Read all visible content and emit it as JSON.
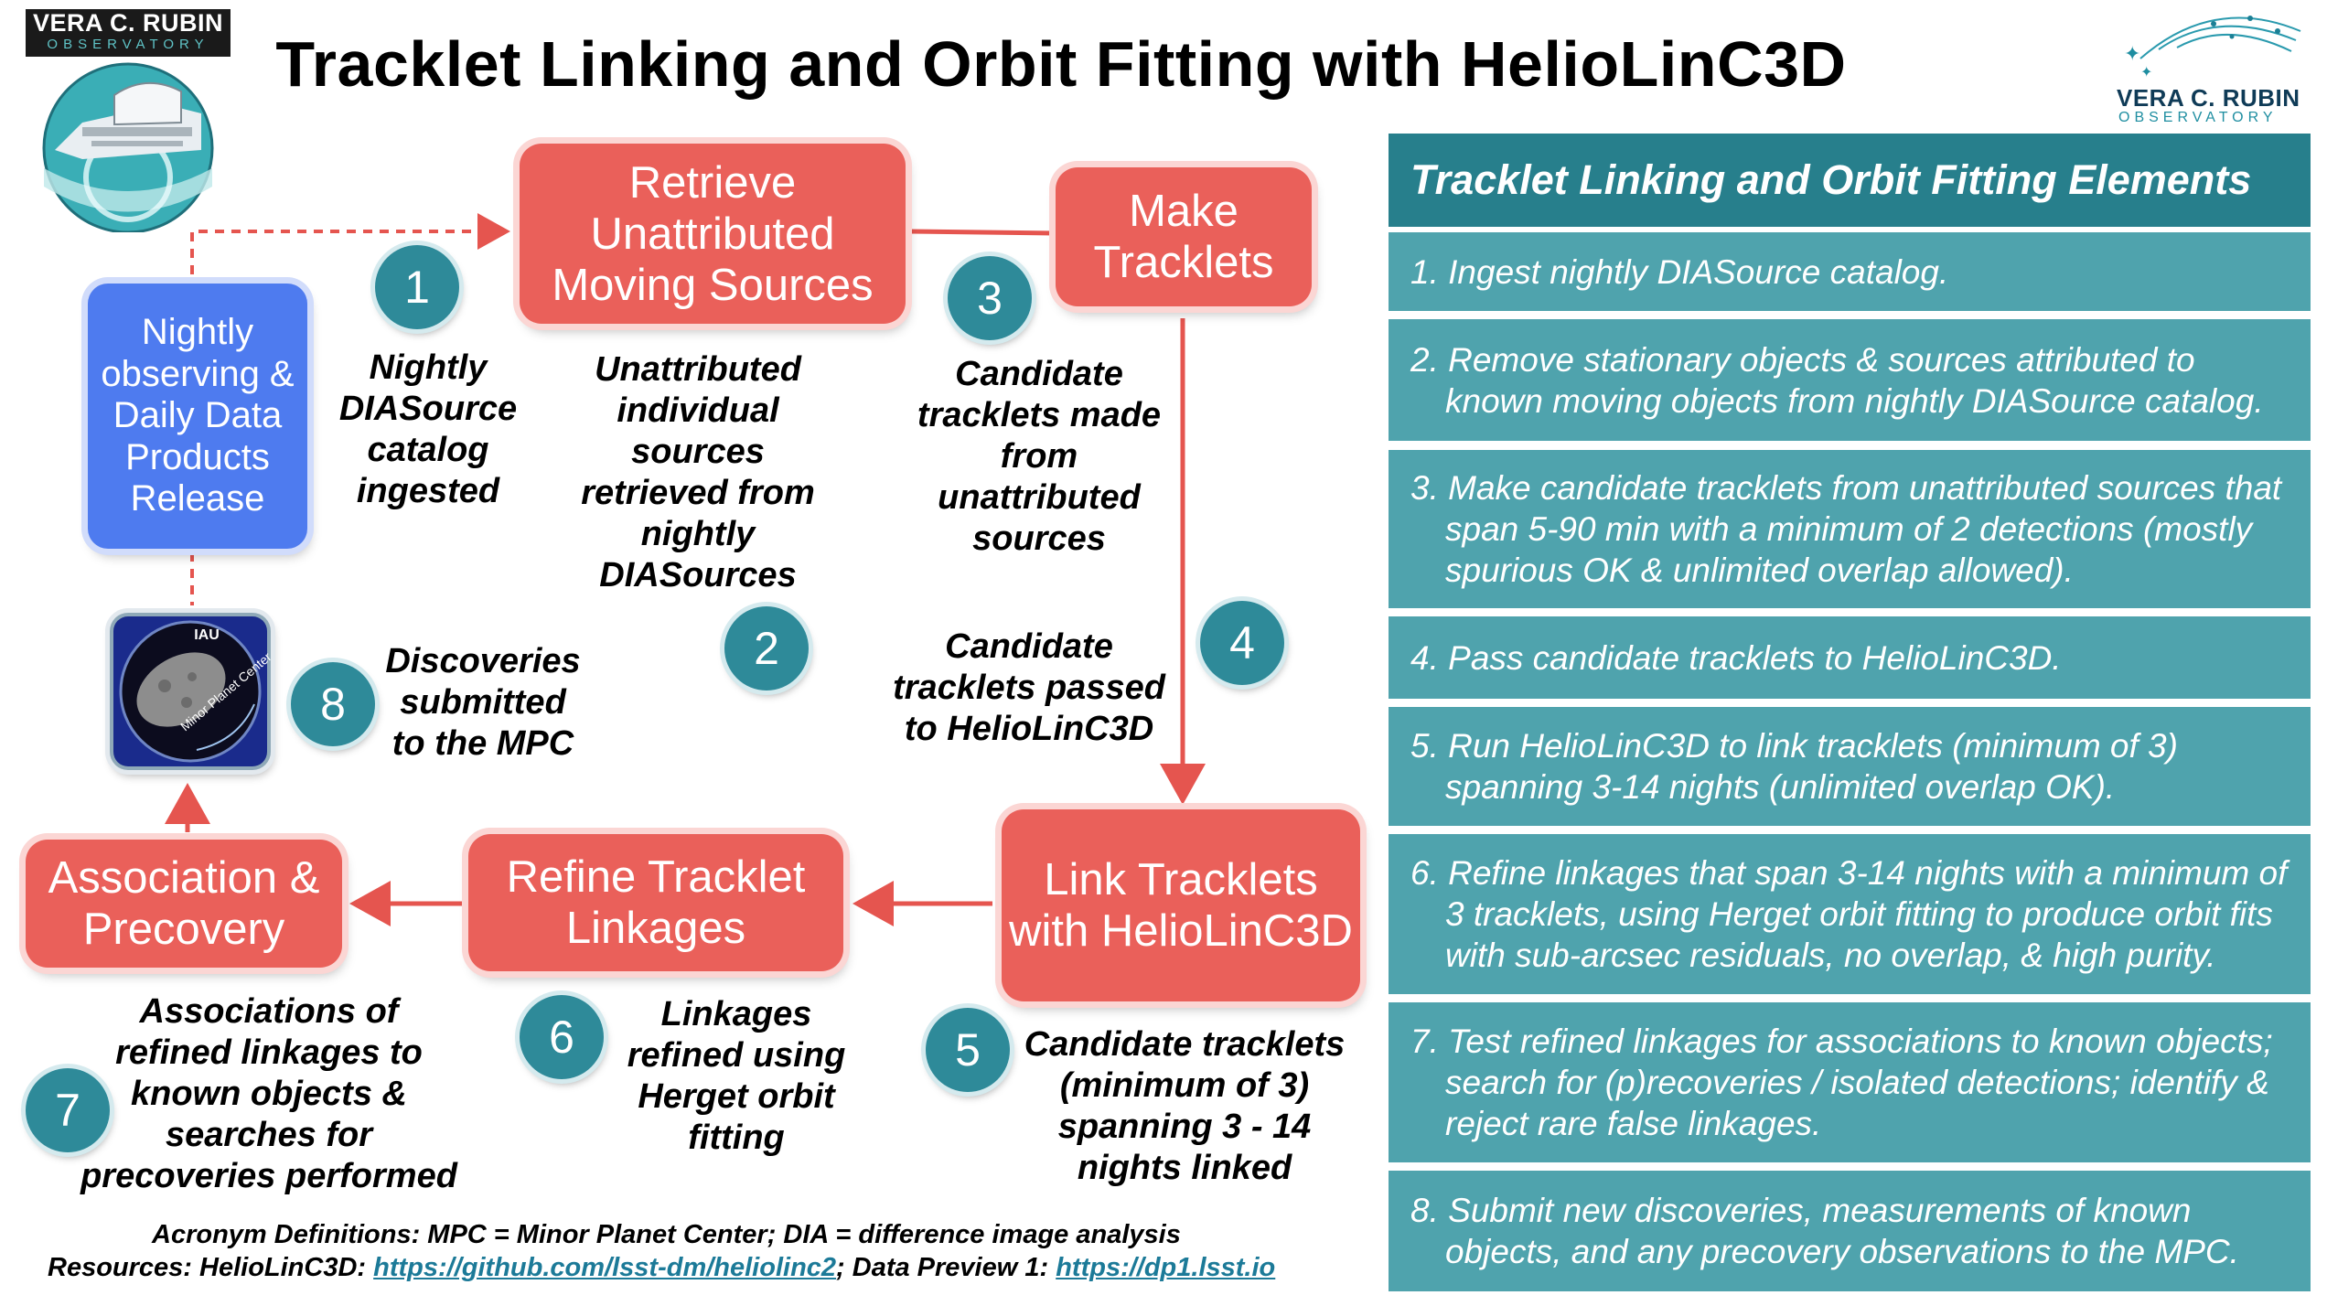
{
  "title": "Tracklet Linking and Orbit Fitting with HelioLinC3D",
  "logo_left": {
    "line1": "VERA C. RUBIN",
    "line2": "OBSERVATORY"
  },
  "logo_right": {
    "line1": "VERA C. RUBIN",
    "line2": "OBSERVATORY"
  },
  "mpc_logo": {
    "text_top": "IAU",
    "text_arc": "Minor Planet Center"
  },
  "flow": {
    "nightly": "Nightly observing & Daily Data Products Release",
    "retrieve": "Retrieve Unattributed Moving Sources",
    "make": "Make Tracklets",
    "link": "Link Tracklets with HelioLinC3D",
    "refine": "Refine Tracklet Linkages",
    "association": "Association & Precovery"
  },
  "steps": [
    {
      "num": "1",
      "desc": "Nightly DIASource catalog ingested"
    },
    {
      "num": "2",
      "desc": "Unattributed individual sources retrieved from nightly DIASources"
    },
    {
      "num": "3",
      "desc": "Candidate tracklets made from unattributed sources"
    },
    {
      "num": "4",
      "desc": "Candidate tracklets passed to HelioLinC3D"
    },
    {
      "num": "5",
      "desc": "Candidate tracklets (minimum of 3) spanning 3 - 14 nights linked"
    },
    {
      "num": "6",
      "desc": "Linkages refined using Herget orbit fitting"
    },
    {
      "num": "7",
      "desc": "Associations of refined linkages to known objects & searches for precoveries performed"
    },
    {
      "num": "8",
      "desc": "Discoveries submitted to the MPC"
    }
  ],
  "footer": {
    "acronyms": "Acronym Definitions: MPC = Minor Planet Center; DIA = difference image analysis",
    "res_prefix": "Resources: HelioLinC3D: ",
    "res_link1": "https://github.com/lsst-dm/heliolinc2",
    "res_mid": "; Data Preview 1: ",
    "res_link2": "https://dp1.lsst.io"
  },
  "panel": {
    "header": "Tracklet Linking and Orbit Fitting Elements",
    "items": [
      "1. Ingest nightly DIASource catalog.",
      "2. Remove stationary objects & sources attributed to known moving objects from nightly DIASource catalog.",
      "3. Make candidate tracklets from unattributed sources that span 5-90 min with a minimum of 2 detections (mostly spurious OK & unlimited overlap allowed).",
      "4. Pass candidate tracklets to HelioLinC3D.",
      "5. Run HelioLinC3D to link tracklets (minimum of 3) spanning 3-14 nights (unlimited overlap OK).",
      "6. Refine linkages that span 3-14 nights with a minimum of 3 tracklets, using Herget orbit fitting to produce orbit fits with sub-arcsec residuals, no overlap, & high purity.",
      "7. Test refined linkages for associations to known objects; search for (p)recoveries / isolated detections; identify & reject rare false linkages.",
      "8. Submit new discoveries, measurements of known objects, and any precovery observations to the MPC."
    ]
  }
}
